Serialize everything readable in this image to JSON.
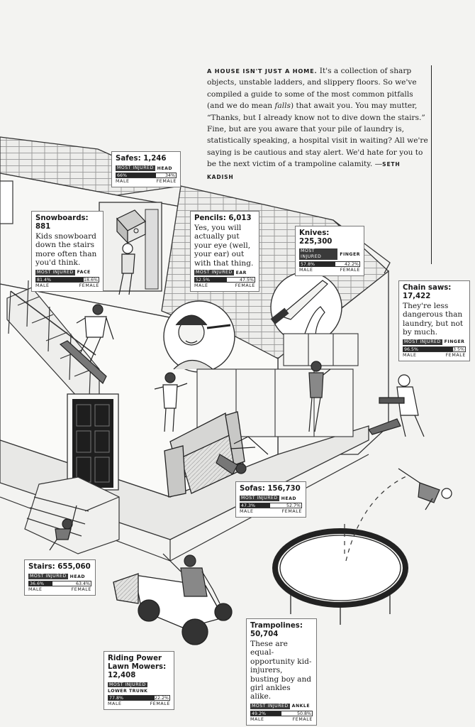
{
  "intro": {
    "lead": "A HOUSE ISN'T JUST A HOME.",
    "text1": " It's a collection of sharp objects, unstable ladders, and slippery floors. So we've compiled a guide to some of the most common pitfalls (and we do mean ",
    "emph": "falls",
    "text2": ") that await you. You may mutter, “Thanks, but I already know not to dive down the stairs.” Fine, but are you aware that your pile of laundry is, statistically speaking, a hospital visit in waiting? All we're saying is be cautious and stay alert. We'd hate for you to be the next victim of a trampoline calamity. —",
    "byline": "SETH KADISH"
  },
  "labels": {
    "most_injured": "MOST INJURED",
    "male": "MALE",
    "female": "FEMALE"
  },
  "hazards": [
    {
      "title": "Safes: 1,246",
      "note": "",
      "part": "HEAD",
      "male": "66%",
      "female": "34%",
      "male_share": 0.66
    },
    {
      "title": "Snowboards: 881",
      "note": "Kids snowboard down the stairs more often than you'd think.",
      "part": "FACE",
      "male": "81.4%",
      "female": "18.6%",
      "male_share": 0.814
    },
    {
      "title": "Pencils: 6,013",
      "note": "Yes, you will actually put your eye (well, your ear) out with that thing.",
      "part": "EAR",
      "male": "52.5%",
      "female": "47.5%",
      "male_share": 0.525
    },
    {
      "title": "Knives: 225,300",
      "note": "",
      "part": "FINGER",
      "male": "57.8%",
      "female": "42.2%",
      "male_share": 0.578
    },
    {
      "title": "Chain saws: 17,422",
      "note": "They're less dangerous than laundry, but not by much.",
      "part": "FINGER",
      "male": "96.5%",
      "female": "3.5%",
      "male_share": 0.965
    },
    {
      "title": "Sofas: 156,730",
      "note": "",
      "part": "HEAD",
      "male": "47.3%",
      "female": "52.7%",
      "male_share": 0.473
    },
    {
      "title": "Stairs: 655,060",
      "note": "",
      "part": "HEAD",
      "male": "36.6%",
      "female": "63.4%",
      "male_share": 0.366
    },
    {
      "title": "Riding Power Lawn Mowers: 12,408",
      "note": "",
      "part": "LOWER TRUNK",
      "male": "77.8%",
      "female": "22.2%",
      "male_share": 0.778
    },
    {
      "title": "Trampolines: 50,704",
      "note": "These are equal-opportunity kid-injurers, busting boy and girl ankles alike.",
      "part": "ANKLE",
      "male": "49.2%",
      "female": "50.8%",
      "male_share": 0.492
    }
  ]
}
